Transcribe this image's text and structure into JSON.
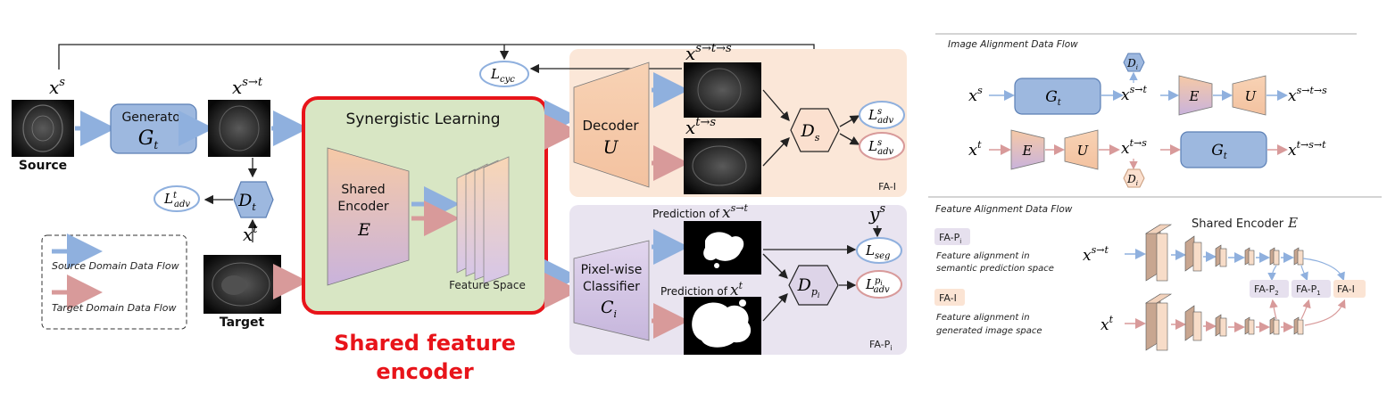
{
  "main": {
    "source_label": "Source",
    "target_label": "Target",
    "x_s": "x",
    "x_s_sup": "s",
    "x_st": "x",
    "x_st_sup": "s→t",
    "x_t": "x",
    "x_t_sup": "t",
    "x_sts": "x",
    "x_sts_sup": "s→t→s",
    "x_ts": "x",
    "x_ts_sup": "t→s",
    "generator_title": "Generator",
    "generator_sym": "G",
    "generator_sub": "t",
    "dt_sym": "D",
    "dt_sub": "t",
    "ladv_t": "L",
    "ladv_t_sup": "t",
    "ladv_t_sub": "adv",
    "lcyc": "L",
    "lcyc_sub": "cyc",
    "synergistic_title": "Synergistic Learning",
    "shared_encoder_line1": "Shared",
    "shared_encoder_line2": "Encoder",
    "shared_encoder_sym": "E",
    "feature_space": "Feature Space",
    "decoder_title": "Decoder",
    "decoder_sym": "U",
    "ds_sym": "D",
    "ds_sub": "s",
    "ladv_s": "L",
    "ladv_s_sup": "s",
    "ladv_s_sub": "adv",
    "fa_i": "FA-I",
    "classifier_line1": "Pixel-wise",
    "classifier_line2": "Classifier",
    "classifier_sym": "C",
    "classifier_sub": "i",
    "pred_st": "Prediction of",
    "pred_t": "Prediction of",
    "y_s": "y",
    "y_s_sup": "s",
    "lseg": "L",
    "lseg_sub": "seg",
    "dp_sym": "D",
    "dp_sub": "p",
    "dp_subsub": "i",
    "ladv_p": "L",
    "ladv_p_sup": "p",
    "ladv_p_supsub": "i",
    "ladv_p_sub": "adv",
    "fa_p": "FA-P",
    "fa_p_sub": "i",
    "legend_source": "Source Domain Data Flow",
    "legend_target": "Target Domain Data Flow",
    "annotation_line1": "Shared feature",
    "annotation_line2": "encoder"
  },
  "image_alignment": {
    "title": "Image Alignment Data Flow",
    "g_sym": "G",
    "g_sub": "t",
    "e_sym": "E",
    "u_sym": "U",
    "d_sym": "D",
    "d_sub": "i"
  },
  "feature_alignment": {
    "title": "Feature Alignment Data Flow",
    "fa_p_badge": "FA-P",
    "fa_p_badge_sub": "i",
    "fa_p_desc1": "Feature alignment in",
    "fa_p_desc2": "semantic prediction space",
    "fa_i_badge": "FA-I",
    "fa_i_desc1": "Feature alignment in",
    "fa_i_desc2": "generated image space",
    "shared_encoder_label": "Shared Encoder",
    "shared_encoder_sym": "E",
    "fa_p2": "FA-P",
    "fa_p2_sub": "2",
    "fa_p1": "FA-P",
    "fa_p1_sub": "1",
    "fa_i_small": "FA-I"
  },
  "colors": {
    "blue_box": "#9db8df",
    "blue_arrow": "#8fb0de",
    "red_arrow": "#d89a9a",
    "orange_panel": "#fbe7d8",
    "purple_panel": "#e9e4f0",
    "green_panel": "#d8e6c4",
    "highlight_red": "#e8141a"
  }
}
